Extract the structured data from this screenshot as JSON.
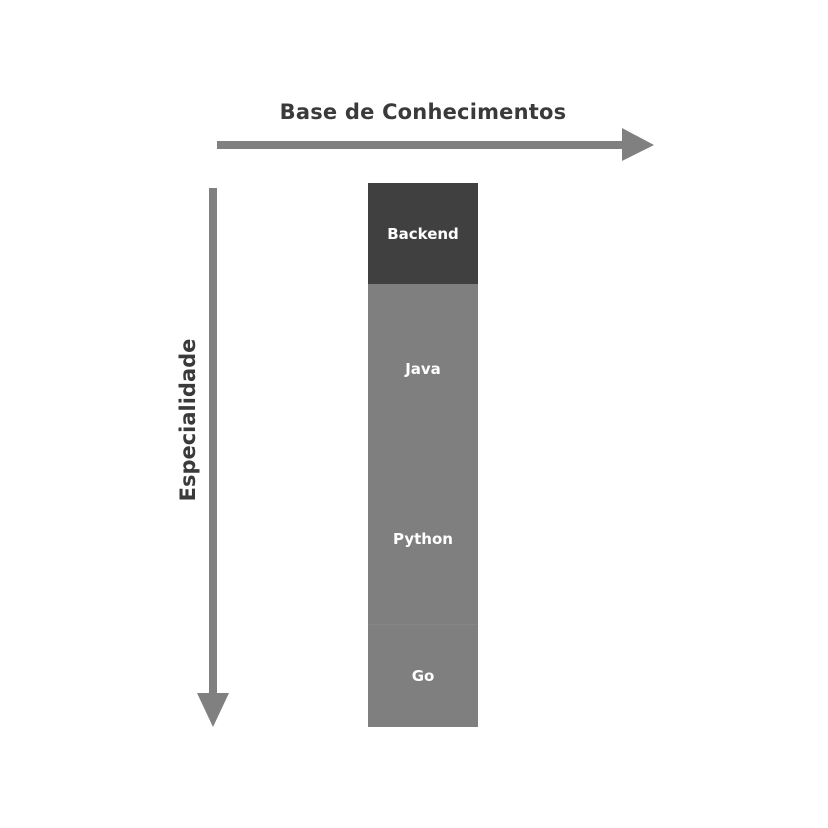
{
  "diagram": {
    "x_axis": {
      "label": "Base de Conhecimentos",
      "direction": "right",
      "color": "#808080"
    },
    "y_axis": {
      "label": "Especialidade",
      "direction": "down",
      "color": "#808080"
    },
    "stack": {
      "segments": [
        {
          "label": "Backend",
          "color": "#404040"
        },
        {
          "label": "Java",
          "color": "#7f7f7f"
        },
        {
          "label": "Python",
          "color": "#7f7f7f"
        },
        {
          "label": "Go",
          "color": "#7f7f7f"
        }
      ]
    },
    "text_color": "#3a3a3a",
    "segment_text_color": "#ffffff"
  }
}
